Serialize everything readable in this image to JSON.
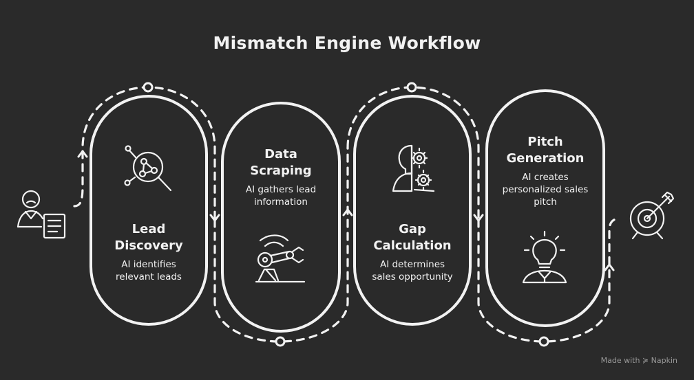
{
  "title": "Mismatch Engine Workflow",
  "stages": [
    {
      "title_line1": "Lead",
      "title_line2": "Discovery",
      "desc_line1": "AI identifies",
      "desc_line2": "relevant leads",
      "icon": "network-search-icon"
    },
    {
      "title_line1": "Data",
      "title_line2": "Scraping",
      "desc_line1": "AI gathers lead",
      "desc_line2": "information",
      "icon": "robotic-arm-icon"
    },
    {
      "title_line1": "Gap",
      "title_line2": "Calculation",
      "desc_line1": "AI determines",
      "desc_line2": "sales opportunity",
      "icon": "head-gears-icon"
    },
    {
      "title_line1": "Pitch",
      "title_line2": "Generation",
      "desc_line1": "AI creates",
      "desc_line2": "personalized sales",
      "desc_line3": "pitch",
      "icon": "lightbulb-person-icon"
    }
  ],
  "start_icon": "user-document-icon",
  "end_icon": "target-arrow-icon",
  "watermark": "Made with ≽ Napkin",
  "colors": {
    "background": "#2a2a2a",
    "foreground": "#f2f2f2"
  }
}
